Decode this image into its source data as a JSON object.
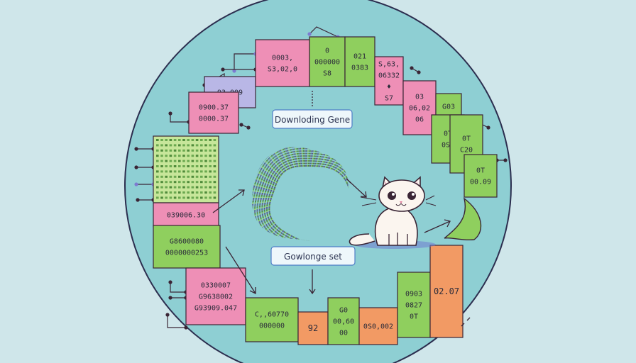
{
  "captions": {
    "top": "Downloding Gene",
    "bottom": "Gowlonge set"
  },
  "colors": {
    "background": "#cfe6ea",
    "circle_fill": "#8ecfd3",
    "circle_stroke": "#2c2e4f",
    "pink": "#ee8fb6",
    "green": "#8fcf5e",
    "orange": "#f29a64",
    "lavender": "#b9b7e6",
    "caption_box": "#eef7fb",
    "caption_stroke": "#4f7ec7",
    "ink": "#3a2535"
  },
  "boxes": [
    {
      "id": "b1",
      "color": "lavender",
      "lines": [
        "93,009"
      ]
    },
    {
      "id": "b2",
      "color": "pink",
      "lines": [
        "0003,",
        "S3,02,0"
      ]
    },
    {
      "id": "b3",
      "color": "green",
      "lines": [
        "0",
        "000000",
        "S8"
      ]
    },
    {
      "id": "b4",
      "color": "green",
      "lines": [
        "021",
        "0383"
      ]
    },
    {
      "id": "b5",
      "color": "pink",
      "lines": [
        "S,63,",
        "06332",
        "♦",
        "S7"
      ]
    },
    {
      "id": "b6",
      "color": "pink",
      "lines": [
        "03",
        "06,02",
        "06"
      ]
    },
    {
      "id": "b7",
      "color": "green",
      "lines": [
        "G03"
      ]
    },
    {
      "id": "b8",
      "color": "green",
      "lines": [
        "0T",
        "0S7"
      ]
    },
    {
      "id": "b9",
      "color": "green",
      "lines": [
        "0T",
        "C20"
      ]
    },
    {
      "id": "b10",
      "color": "green",
      "lines": [
        "0T",
        "00.09"
      ]
    },
    {
      "id": "b11",
      "color": "pink",
      "lines": [
        "0900.37",
        "0000.37"
      ]
    },
    {
      "id": "b12",
      "color": "pink",
      "lines": [
        "039006.30"
      ]
    },
    {
      "id": "b13",
      "color": "green",
      "lines": [
        "G8600080",
        "0000000253"
      ]
    },
    {
      "id": "b14",
      "color": "pink",
      "lines": [
        "0330007",
        "G9638002",
        "G93909.047"
      ]
    },
    {
      "id": "b15",
      "color": "green",
      "lines": [
        "C,,60770",
        "000000"
      ]
    },
    {
      "id": "b16",
      "color": "orange",
      "lines": [
        "92"
      ]
    },
    {
      "id": "b17",
      "color": "green",
      "lines": [
        "G0",
        "00,60",
        "00"
      ]
    },
    {
      "id": "b18",
      "color": "orange",
      "lines": [
        "0S0,002"
      ]
    },
    {
      "id": "b19",
      "color": "green",
      "lines": [
        "0903",
        "0827",
        "0T"
      ]
    },
    {
      "id": "b20",
      "color": "orange",
      "lines": [
        "02.07"
      ]
    }
  ]
}
